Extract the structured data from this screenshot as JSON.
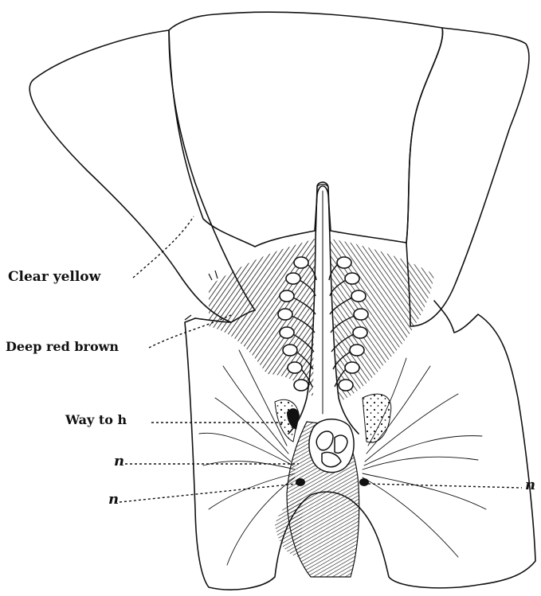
{
  "labels": {
    "clear_yellow": "Clear yellow",
    "deep_red_brown": "Deep red brown",
    "way_to_h": "Way to h",
    "n_upper": "n",
    "n_lower_left": "n",
    "n_right": "n"
  },
  "colors": {
    "ink": "#111111",
    "paper": "#ffffff"
  }
}
